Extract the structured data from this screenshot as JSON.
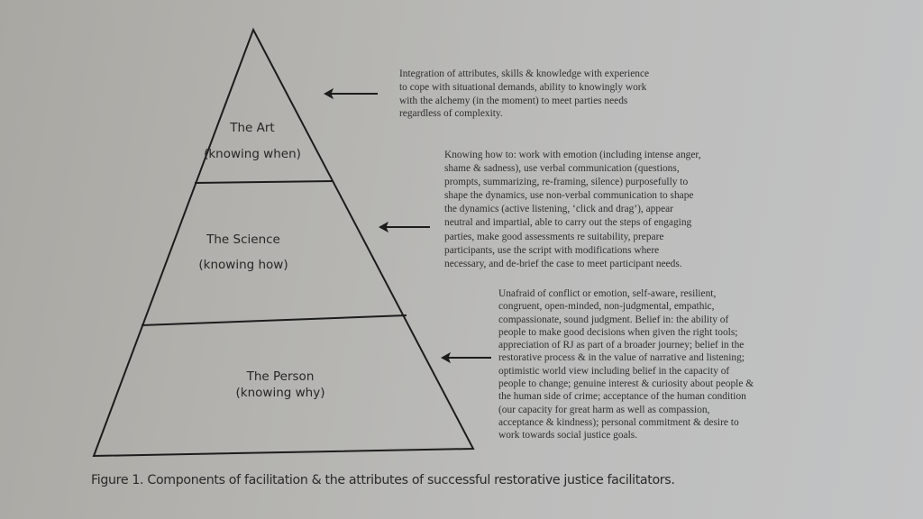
{
  "figure": {
    "caption_label": "Figure 1.",
    "caption_text": "Components of facilitation & the attributes of successful restorative justice facilitators."
  },
  "pyramid": {
    "tiers": [
      {
        "name": "The Art",
        "subtitle": "(knowing when)",
        "description": [
          "Integration of attributes, skills & knowledge with experience",
          "to cope with situational demands, ability to knowingly work",
          "with the alchemy (in the moment) to meet parties needs",
          "regardless of complexity."
        ]
      },
      {
        "name": "The Science",
        "subtitle": "(knowing how)",
        "description": [
          "Knowing how to: work with emotion (including intense anger,",
          "shame & sadness), use verbal communication (questions,",
          "prompts, summarizing, re-framing, silence) purposefully to",
          "shape the dynamics, use non-verbal communication to shape",
          "the dynamics (active listening, ‘click and drag’), appear",
          "neutral and impartial, able to carry out the steps of engaging",
          "parties, make good assessments re suitability, prepare",
          "participants, use the script with modifications where",
          "necessary, and de-brief the case to meet participant needs."
        ]
      },
      {
        "name": "The Person",
        "subtitle": "(knowing why)",
        "description": [
          "Unafraid of conflict or emotion, self-aware, resilient,",
          "congruent, open-minded, non-judgmental, empathic,",
          "compassionate, sound judgment. Belief in: the ability of",
          "people to make good decisions when given the right tools;",
          "appreciation of RJ as part of a broader journey; belief in the",
          "restorative process & in the value of narrative and listening;",
          "optimistic world view including belief in the capacity of",
          "people to change; genuine interest & curiosity about people &",
          "the human side of crime; acceptance of the human condition",
          "(our capacity for great harm as well as compassion,",
          "acceptance & kindness); personal commitment & desire to",
          "work towards social justice goals."
        ]
      }
    ]
  },
  "colors": {
    "line": "#1c1c1c",
    "paper": "#bcbcbb"
  }
}
